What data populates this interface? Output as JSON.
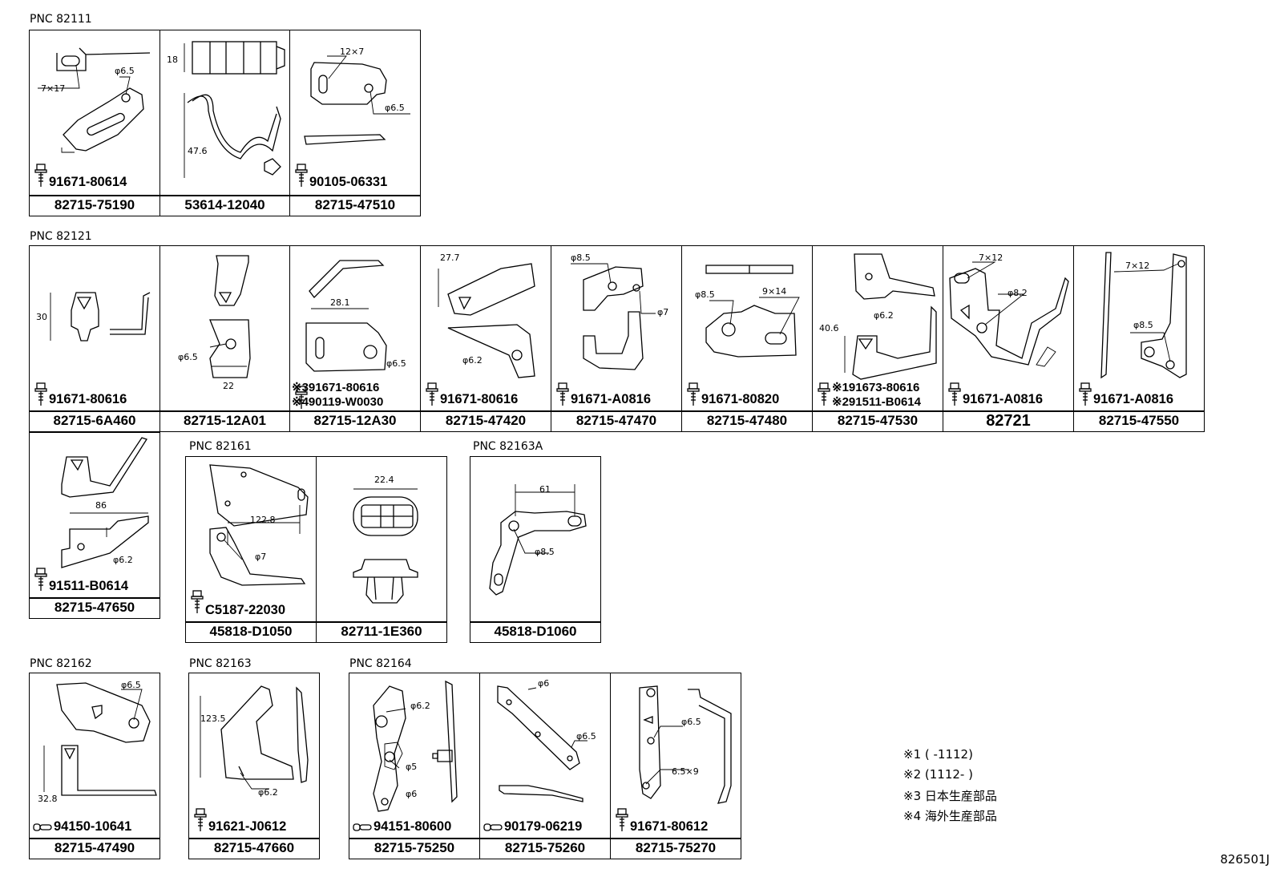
{
  "groups": [
    {
      "pnc": "PNC 82111",
      "cells": [
        {
          "part": "82715-75190",
          "fastener": "91671-80614",
          "dims": [
            "φ6.5",
            "7×17"
          ]
        },
        {
          "part": "53614-12040",
          "fastener": "",
          "dims": [
            "18",
            "47.6"
          ]
        },
        {
          "part": "82715-47510",
          "fastener": "90105-06331",
          "dims": [
            "12×7",
            "φ6.5"
          ]
        }
      ]
    },
    {
      "pnc": "PNC 82121",
      "cells": [
        {
          "part": "82715-6A460",
          "fastener": "91671-80616",
          "dims": [
            "30"
          ]
        },
        {
          "part": "82715-12A01",
          "fastener": "",
          "dims": [
            "φ6.5",
            "22"
          ]
        },
        {
          "part": "82715-12A30",
          "fastener_lines": [
            "※391671-80616",
            "※490119-W0030"
          ],
          "dims": [
            "28.1",
            "φ6.5"
          ]
        },
        {
          "part": "82715-47420",
          "fastener": "91671-80616",
          "dims": [
            "27.7",
            "φ6.2"
          ]
        },
        {
          "part": "82715-47470",
          "fastener": "91671-A0816",
          "dims": [
            "φ8.5",
            "φ7"
          ]
        },
        {
          "part": "82715-47480",
          "fastener": "91671-80820",
          "dims": [
            "φ8.5",
            "9×14"
          ]
        },
        {
          "part": "82715-47530",
          "fastener_lines": [
            "※191673-80616",
            "※291511-B0614"
          ],
          "dims": [
            "φ6.2",
            "40.6"
          ]
        },
        {
          "part": "82721",
          "fastener": "91671-A0816",
          "dims": [
            "7×12",
            "φ8.2"
          ]
        },
        {
          "part": "82715-47550",
          "fastener": "91671-A0816",
          "dims": [
            "7×12",
            "φ8.5"
          ]
        },
        {
          "part": "82715-47650",
          "fastener": "91511-B0614",
          "dims": [
            "86",
            "φ6.2"
          ]
        }
      ]
    },
    {
      "pnc": "PNC 82161",
      "cells": [
        {
          "part": "45818-D1050",
          "fastener": "C5187-22030",
          "dims": [
            "122.8",
            "φ7"
          ]
        },
        {
          "part": "82711-1E360",
          "fastener": "",
          "dims": [
            "22.4"
          ]
        }
      ]
    },
    {
      "pnc": "PNC 82163A",
      "cells": [
        {
          "part": "45818-D1060",
          "fastener": "",
          "dims": [
            "61",
            "φ8.5"
          ]
        }
      ]
    },
    {
      "pnc": "PNC 82162",
      "cells": [
        {
          "part": "82715-47490",
          "fastener": "94150-10641",
          "dims": [
            "φ6.5",
            "32.8"
          ]
        }
      ]
    },
    {
      "pnc": "PNC 82163",
      "cells": [
        {
          "part": "82715-47660",
          "fastener": "91621-J0612",
          "dims": [
            "123.5",
            "φ6.2"
          ]
        }
      ]
    },
    {
      "pnc": "PNC 82164",
      "cells": [
        {
          "part": "82715-75250",
          "fastener": "94151-80600",
          "dims": [
            "φ6.2",
            "φ5",
            "φ6"
          ]
        },
        {
          "part": "82715-75260",
          "fastener": "90179-06219",
          "dims": [
            "φ6",
            "φ6.5"
          ]
        },
        {
          "part": "82715-75270",
          "fastener": "91671-80612",
          "dims": [
            "φ6.5",
            "6.5×9"
          ]
        }
      ]
    }
  ],
  "notes": [
    "※1 (      -1112)",
    "※2 (1112-      )",
    "※3 日本生産部品",
    "※4 海外生産部品"
  ],
  "ref_code": "826501J",
  "icons": {
    "bolt": "flange-bolt-icon",
    "pin": "clip-pin-icon"
  }
}
